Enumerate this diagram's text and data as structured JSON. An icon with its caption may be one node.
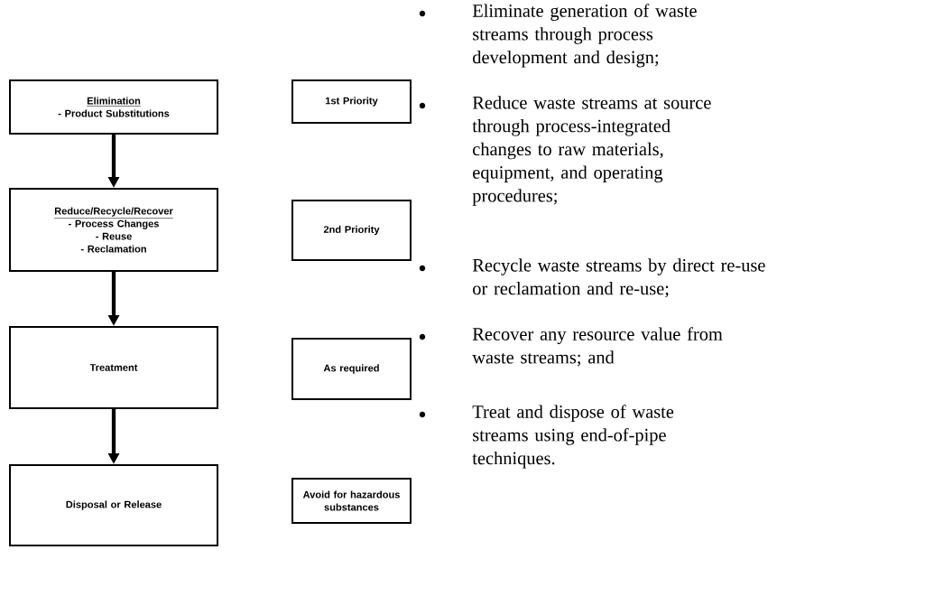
{
  "diagram": {
    "nodes": [
      {
        "text": [
          "Elimination",
          "- Product Substitutions"
        ]
      },
      {
        "text": [
          "Reduce/Recycle/Recover",
          "- Process Changes",
          "- Reuse",
          "- Reclamation"
        ]
      },
      {
        "text": [
          "Treatment"
        ]
      },
      {
        "text": [
          "Disposal or Release"
        ]
      },
      {
        "text": [
          "1st Priority"
        ]
      },
      {
        "text": [
          "2nd Priority"
        ]
      },
      {
        "text": [
          "As required"
        ]
      },
      {
        "text": [
          "Avoid for hazardous substances"
        ]
      }
    ],
    "edges": [
      {
        "from": 0,
        "to": 1,
        "arrow": "to"
      },
      {
        "from": 1,
        "to": 2,
        "arrow": "to"
      },
      {
        "from": 2,
        "to": 3,
        "arrow": "to"
      }
    ],
    "labels": [
      "Eliminate generation of waste streams through process development and design;",
      "Reduce waste streams at source through process-integrated changes to raw materials, equipment, and operating procedures;",
      "Recycle waste streams by direct re-use or reclamation and re-use;",
      "Recover any resource value from waste streams; and",
      "Treat and dispose of waste streams using end-of-pipe techniques."
    ]
  }
}
